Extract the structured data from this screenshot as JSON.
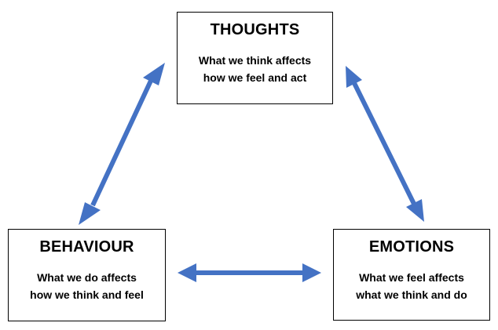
{
  "colors": {
    "arrow": "#4472C4",
    "box_border": "#000000",
    "text": "#000000"
  },
  "nodes": {
    "thoughts": {
      "title": "THOUGHTS",
      "line1": "What we think affects",
      "line2": "how we feel and act"
    },
    "behaviour": {
      "title": "BEHAVIOUR",
      "line1": "What we do affects",
      "line2": "how we think and feel"
    },
    "emotions": {
      "title": "EMOTIONS",
      "line1": "What we feel affects",
      "line2": "what we think and do"
    }
  },
  "connections": [
    {
      "from": "thoughts",
      "to": "behaviour",
      "direction": "both"
    },
    {
      "from": "thoughts",
      "to": "emotions",
      "direction": "both"
    },
    {
      "from": "behaviour",
      "to": "emotions",
      "direction": "both"
    }
  ]
}
